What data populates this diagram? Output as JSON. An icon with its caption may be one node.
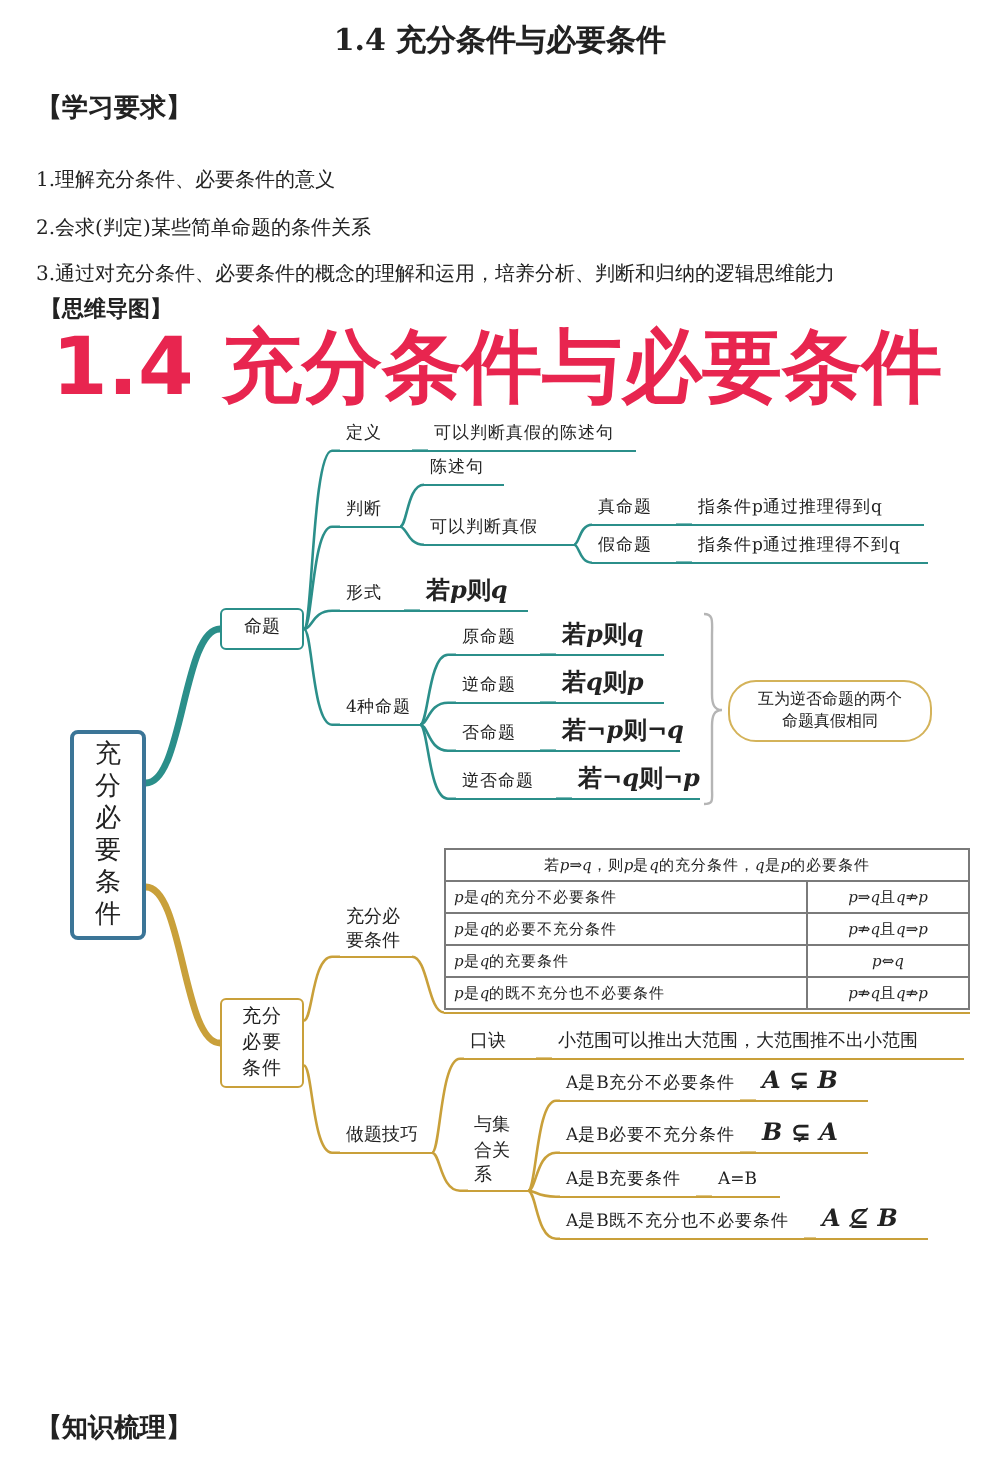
{
  "diagram": {
    "title": "1.4 充分条件与必要条件",
    "nodes": [
      {
        "text": [
          "充分必要条件"
        ]
      },
      {
        "text": [
          "命题"
        ]
      },
      {
        "text": [
          "定义"
        ]
      },
      {
        "text": [
          "可以判断真假的陈述句"
        ]
      },
      {
        "text": [
          "判断"
        ]
      },
      {
        "text": [
          "陈述句"
        ]
      },
      {
        "text": [
          "可以判断真假"
        ]
      },
      {
        "text": [
          "真命题"
        ]
      },
      {
        "text": [
          "指条件p通过推理得到q"
        ]
      },
      {
        "text": [
          "假命题"
        ]
      },
      {
        "text": [
          "指条件p通过推理得不到q"
        ]
      },
      {
        "text": [
          "形式"
        ]
      },
      {
        "text": [
          "若p则q"
        ]
      },
      {
        "text": [
          "4种命题"
        ]
      },
      {
        "text": [
          "原命题"
        ]
      },
      {
        "text": [
          "若p则q"
        ]
      },
      {
        "text": [
          "逆命题"
        ]
      },
      {
        "text": [
          "若q则p"
        ]
      },
      {
        "text": [
          "否命题"
        ]
      },
      {
        "text": [
          "若¬p则¬q"
        ]
      },
      {
        "text": [
          "逆否命题"
        ]
      },
      {
        "text": [
          "若¬q则¬p"
        ]
      },
      {
        "text": [
          "互为逆否命题的两个命题真假相同"
        ]
      },
      {
        "text": [
          "充分必要条件"
        ]
      },
      {
        "text": [
          "充分必要条件"
        ]
      },
      {
        "text": [
          "若p⇒q，则p是q的充分条件，q是p的必要条件",
          "p是q的充分不必要条件",
          "p⇒q且q⇏p",
          "p是q的必要不充分条件",
          "p⇏q且q⇒p",
          "p是q的充要条件",
          "p⇔q",
          "p是q的既不充分也不必要条件",
          "p⇏q且q⇏p"
        ]
      },
      {
        "text": [
          "做题技巧"
        ]
      },
      {
        "text": [
          "口诀"
        ]
      },
      {
        "text": [
          "小范围可以推出大范围，大范围推不出小范围"
        ]
      },
      {
        "text": [
          "与集合关系"
        ]
      },
      {
        "text": [
          "A是B充分不必要条件"
        ]
      },
      {
        "text": [
          "A ⊊ B"
        ]
      },
      {
        "text": [
          "A是B必要不充分条件"
        ]
      },
      {
        "text": [
          "B ⊊ A"
        ]
      },
      {
        "text": [
          "A是B充要条件"
        ]
      },
      {
        "text": [
          "A=B"
        ]
      },
      {
        "text": [
          "A是B既不充分也不必要条件"
        ]
      },
      {
        "text": [
          "A ⊈ B"
        ]
      }
    ],
    "edges": [
      {
        "from": 0,
        "to": 1,
        "arrow": "none",
        "style": "thick"
      },
      {
        "from": 1,
        "to": 2,
        "arrow": "none"
      },
      {
        "from": 2,
        "to": 3,
        "arrow": "none"
      },
      {
        "from": 1,
        "to": 4,
        "arrow": "none"
      },
      {
        "from": 4,
        "to": 5,
        "arrow": "none"
      },
      {
        "from": 4,
        "to": 6,
        "arrow": "none"
      },
      {
        "from": 6,
        "to": 7,
        "arrow": "none"
      },
      {
        "from": 7,
        "to": 8,
        "arrow": "none"
      },
      {
        "from": 6,
        "to": 9,
        "arrow": "none"
      },
      {
        "from": 9,
        "to": 10,
        "arrow": "none"
      },
      {
        "from": 1,
        "to": 11,
        "arrow": "none"
      },
      {
        "from": 11,
        "to": 12,
        "arrow": "none"
      },
      {
        "from": 1,
        "to": 13,
        "arrow": "none"
      },
      {
        "from": 13,
        "to": 14,
        "arrow": "none"
      },
      {
        "from": 14,
        "to": 15,
        "arrow": "none"
      },
      {
        "from": 13,
        "to": 16,
        "arrow": "none"
      },
      {
        "from": 16,
        "to": 17,
        "arrow": "none"
      },
      {
        "from": 13,
        "to": 18,
        "arrow": "none"
      },
      {
        "from": 18,
        "to": 19,
        "arrow": "none"
      },
      {
        "from": 13,
        "to": 20,
        "arrow": "none"
      },
      {
        "from": 20,
        "to": 21,
        "arrow": "none"
      },
      {
        "from": 0,
        "to": 23,
        "arrow": "none",
        "style": "thick",
        "color": "#c9a03a"
      },
      {
        "from": 23,
        "to": 24,
        "arrow": "none",
        "color": "#c9a03a"
      },
      {
        "from": 24,
        "to": 25,
        "arrow": "none",
        "color": "#c9a03a"
      },
      {
        "from": 23,
        "to": 26,
        "arrow": "none",
        "color": "#c9a03a"
      },
      {
        "from": 26,
        "to": 27,
        "arrow": "none",
        "color": "#c9a03a"
      },
      {
        "from": 27,
        "to": 28,
        "arrow": "none",
        "color": "#c9a03a"
      },
      {
        "from": 26,
        "to": 29,
        "arrow": "none",
        "color": "#c9a03a"
      },
      {
        "from": 29,
        "to": 30,
        "arrow": "none",
        "color": "#c9a03a"
      },
      {
        "from": 30,
        "to": 31,
        "arrow": "none",
        "color": "#c9a03a"
      },
      {
        "from": 29,
        "to": 32,
        "arrow": "none",
        "color": "#c9a03a"
      },
      {
        "from": 32,
        "to": 33,
        "arrow": "none",
        "color": "#c9a03a"
      },
      {
        "from": 29,
        "to": 34,
        "arrow": "none",
        "color": "#c9a03a"
      },
      {
        "from": 34,
        "to": 35,
        "arrow": "none",
        "color": "#c9a03a"
      },
      {
        "from": 29,
        "to": 36,
        "arrow": "none",
        "color": "#c9a03a"
      },
      {
        "from": 36,
        "to": 37,
        "arrow": "none",
        "color": "#c9a03a"
      }
    ],
    "labels": [
      "【学习要求】",
      "1.理解充分条件、必要条件的意义",
      "2.会求(判定)某些简单命题的条件关系",
      "3.通过对充分条件、必要条件的概念的理解和运用，培养分析、判断和归纳的逻辑思维能力",
      "【思维导图】",
      "1.4 充分条件与必要条件",
      "【知识梳理】"
    ]
  }
}
